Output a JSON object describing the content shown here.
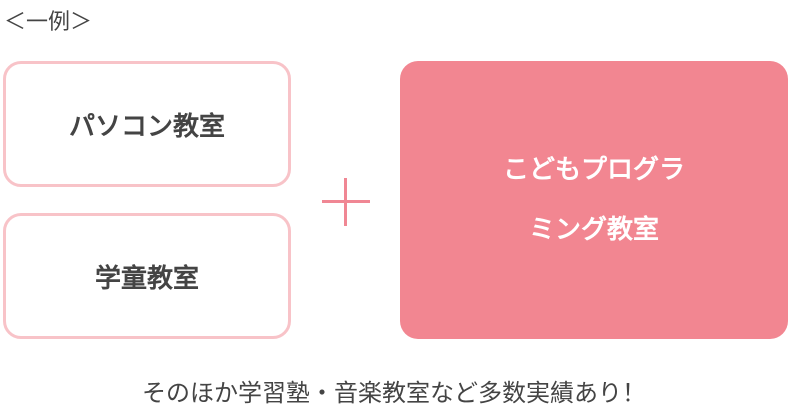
{
  "label": "＜一例＞",
  "boxes": [
    "パソコン教室",
    "学童教室"
  ],
  "highlight": {
    "line1": "こどもプログラ",
    "line2": "ミング教室"
  },
  "footer": "そのほか学習塾・音楽教室など多数実績あり！"
}
